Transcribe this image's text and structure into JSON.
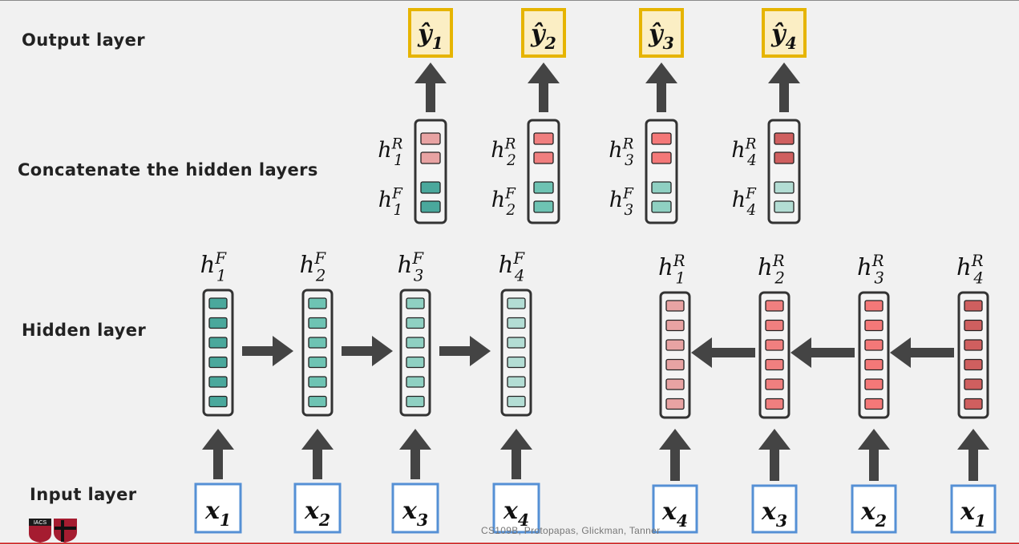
{
  "labels": {
    "output": "Output layer",
    "concat": "Concatenate the hidden layers",
    "hidden": "Hidden layer",
    "input": "Input layer"
  },
  "outputs": [
    {
      "var": "ŷ",
      "sub": "1"
    },
    {
      "var": "ŷ",
      "sub": "2"
    },
    {
      "var": "ŷ",
      "sub": "3"
    },
    {
      "var": "ŷ",
      "sub": "4"
    }
  ],
  "concat": [
    {
      "r_var": "h",
      "r_sup": "R",
      "r_sub": "1",
      "f_var": "h",
      "f_sup": "F",
      "f_sub": "1"
    },
    {
      "r_var": "h",
      "r_sup": "R",
      "r_sub": "2",
      "f_var": "h",
      "f_sup": "F",
      "f_sub": "2"
    },
    {
      "r_var": "h",
      "r_sup": "R",
      "r_sub": "3",
      "f_var": "h",
      "f_sup": "F",
      "f_sub": "3"
    },
    {
      "r_var": "h",
      "r_sup": "R",
      "r_sub": "4",
      "f_var": "h",
      "f_sup": "F",
      "f_sub": "4"
    }
  ],
  "forward": {
    "hidden": [
      {
        "var": "h",
        "sup": "F",
        "sub": "1"
      },
      {
        "var": "h",
        "sup": "F",
        "sub": "2"
      },
      {
        "var": "h",
        "sup": "F",
        "sub": "3"
      },
      {
        "var": "h",
        "sup": "F",
        "sub": "4"
      }
    ],
    "inputs": [
      {
        "var": "x",
        "sub": "1"
      },
      {
        "var": "x",
        "sub": "2"
      },
      {
        "var": "x",
        "sub": "3"
      },
      {
        "var": "x",
        "sub": "4"
      }
    ]
  },
  "reverse": {
    "hidden": [
      {
        "var": "h",
        "sup": "R",
        "sub": "1"
      },
      {
        "var": "h",
        "sup": "R",
        "sub": "2"
      },
      {
        "var": "h",
        "sup": "R",
        "sub": "3"
      },
      {
        "var": "h",
        "sup": "R",
        "sub": "4"
      }
    ],
    "inputs": [
      {
        "var": "x",
        "sub": "4"
      },
      {
        "var": "x",
        "sub": "3"
      },
      {
        "var": "x",
        "sub": "2"
      },
      {
        "var": "x",
        "sub": "1"
      }
    ]
  },
  "footer": "CS109B, Protopapas, Glickman, Tanner",
  "logo_text": "IACS",
  "colors": {
    "teal": [
      "#4aa89c",
      "#6ec3b3",
      "#8fd0c2",
      "#b3ddd4"
    ],
    "red": [
      "#e8a3a3",
      "#f07f7f",
      "#f47878",
      "#cf5f5f"
    ],
    "output_fill": "#fbeec4",
    "output_border": "#e6b400",
    "input_border": "#5590d5",
    "arrow": "#444444"
  }
}
